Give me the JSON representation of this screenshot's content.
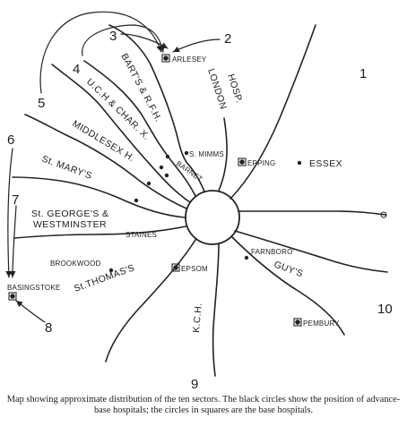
{
  "colors": {
    "ink": "#222222",
    "paper": "#ffffff"
  },
  "sector_numbers": {
    "s1": "1",
    "s2": "2",
    "s3": "3",
    "s4": "4",
    "s5": "5",
    "s6": "6",
    "s7": "7",
    "s8": "8",
    "s9": "9",
    "s10": "10"
  },
  "sector_labels": {
    "barts": "BART'S & R.F.H.",
    "uch": "U.C.H & CHAR. X.",
    "middlesex": "MIDDLESEX H.",
    "st_marys": "St. MARY'S",
    "st_georges_1": "St. GEORGE'S &",
    "st_georges_2": "WESTMINSTER",
    "st_thomas": "St.THOMAS'S",
    "london_1": "LONDON",
    "london_2": "HOSP.",
    "guys": "GUY'S",
    "kch": "K.C.H.",
    "essex": "ESSEX"
  },
  "places": {
    "arlesey": "ARLESEY",
    "s_mimms": "S. MIMMS",
    "barnet": "BARNET",
    "epping": "EPPING",
    "staines": "STAINES",
    "brookwood": "BROOKWOOD",
    "basingstoke": "BASINGSTOKE",
    "epsom": "EPSOM",
    "farnboro": "FARNBORO'",
    "pembury": "PEMBURY"
  },
  "caption": "Map showing approximate distribution of the ten sectors. The black circles show the position of advance-base hospitals; the circles in squares are the base hospitals."
}
